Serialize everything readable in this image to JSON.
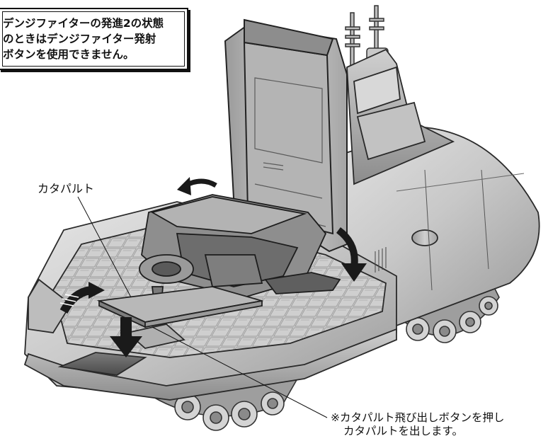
{
  "notice": {
    "lines": [
      "デンジファイターの発進2の状態",
      "のときはデンジファイター発射",
      "ボタンを使用できません。"
    ]
  },
  "labels": {
    "catapult": "カタパルト"
  },
  "note": {
    "line1": "※カタパルト飛び出しボタンを押し",
    "line2": "カタパルトを出します。"
  },
  "colors": {
    "ink": "#111111",
    "body_light": "#d9d9d9",
    "body_mid": "#b5b5b5",
    "body_dark": "#8a8a8a",
    "arrow_fill": "#1a1a1a"
  }
}
